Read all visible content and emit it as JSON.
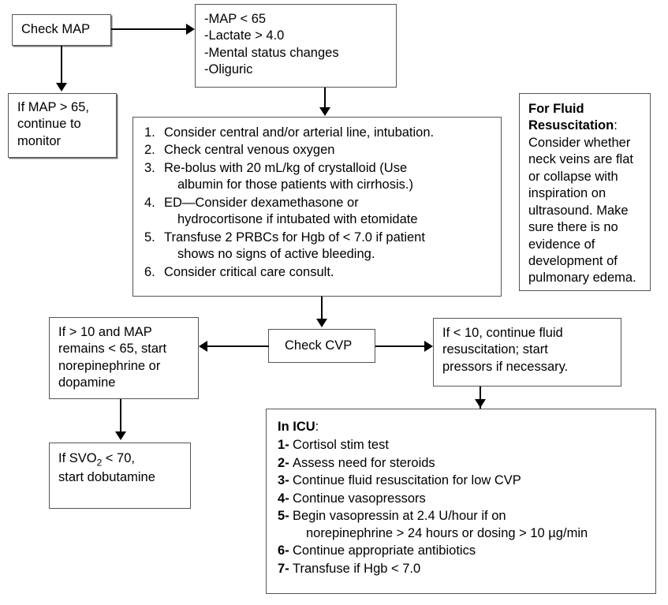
{
  "diagram": {
    "title": "Sepsis MAP / CVP resuscitation flowchart",
    "colors": {
      "border": "#555555",
      "line": "#000000",
      "background": "#ffffff",
      "text": "#000000"
    }
  },
  "nodes": {
    "check_map": {
      "label": "Check MAP"
    },
    "map_normal": {
      "lines": [
        "If MAP > 65,",
        "continue to",
        "monitor"
      ]
    },
    "criteria": {
      "items": [
        "-MAP < 65",
        "-Lactate > 4.0",
        "-Mental status changes",
        "-Oliguric"
      ]
    },
    "actions": {
      "items": [
        {
          "num": "1.",
          "text": "Consider central and/or arterial line, intubation."
        },
        {
          "num": "2.",
          "text": "Check central venous oxygen"
        },
        {
          "num": "3.",
          "text": "Re-bolus with 20 mL/kg of crystalloid (Use",
          "cont": "albumin for those patients with cirrhosis.)"
        },
        {
          "num": "4.",
          "text": "ED—Consider dexamethasone or",
          "cont": "hydrocortisone if intubated with etomidate"
        },
        {
          "num": "5.",
          "text": "Transfuse 2 PRBCs for Hgb of < 7.0 if patient",
          "cont": "shows no signs of active bleeding."
        },
        {
          "num": "6.",
          "text": "Consider critical care consult."
        }
      ]
    },
    "fluid_note": {
      "heading": "For Fluid Resuscitation",
      "heading_suffix": ":",
      "body": "Consider whether neck veins are flat or collapse with inspiration on ultrasound. Make sure there is no evidence of development of pulmonary edema."
    },
    "check_cvp": {
      "label": "Check CVP"
    },
    "cvp_high": {
      "lines": [
        "If > 10 and MAP",
        "remains < 65, start",
        "norepinephrine or",
        "dopamine"
      ]
    },
    "cvp_low": {
      "lines": [
        "If < 10, continue fluid",
        "resuscitation; start",
        "pressors if necessary."
      ]
    },
    "svo2": {
      "line1_pre": "If SVO",
      "line1_sub": "2",
      "line1_post": " < 70,",
      "line2": "start dobutamine"
    },
    "icu": {
      "heading": "In ICU",
      "heading_suffix": ":",
      "items": [
        {
          "num": "1",
          "text": "Cortisol stim test"
        },
        {
          "num": "2",
          "text": "Assess need for steroids"
        },
        {
          "num": "3",
          "text": "Continue fluid resuscitation for low CVP"
        },
        {
          "num": "4",
          "text": "Continue vasopressors"
        },
        {
          "num": "5",
          "text": "Begin vasopressin at 2.4 U/hour if on",
          "cont": "norepinephrine > 24 hours or dosing > 10 µg/min"
        },
        {
          "num": "6",
          "text": "Continue appropriate antibiotics"
        },
        {
          "num": "7",
          "text": "Transfuse if Hgb < 7.0"
        }
      ]
    }
  }
}
